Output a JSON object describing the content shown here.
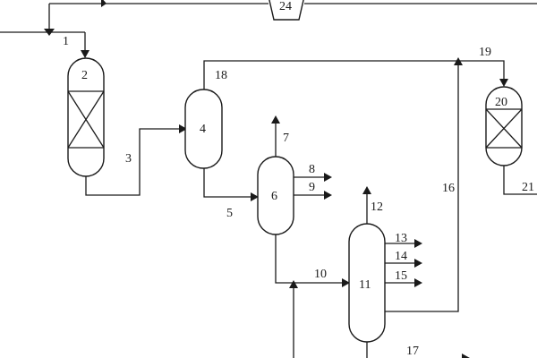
{
  "diagram": {
    "colors": {
      "stroke": "#1a1a1a",
      "background": "#ffffff"
    },
    "units": {
      "u2": "2",
      "u4": "4",
      "u6": "6",
      "u11": "11",
      "u20": "20",
      "u24": "24"
    },
    "streams": {
      "s1": "1",
      "s3": "3",
      "s5": "5",
      "s7": "7",
      "s8": "8",
      "s9": "9",
      "s10": "10",
      "s12": "12",
      "s13": "13",
      "s14": "14",
      "s15": "15",
      "s16": "16",
      "s17": "17",
      "s18": "18",
      "s19": "19",
      "s21": "21"
    }
  }
}
